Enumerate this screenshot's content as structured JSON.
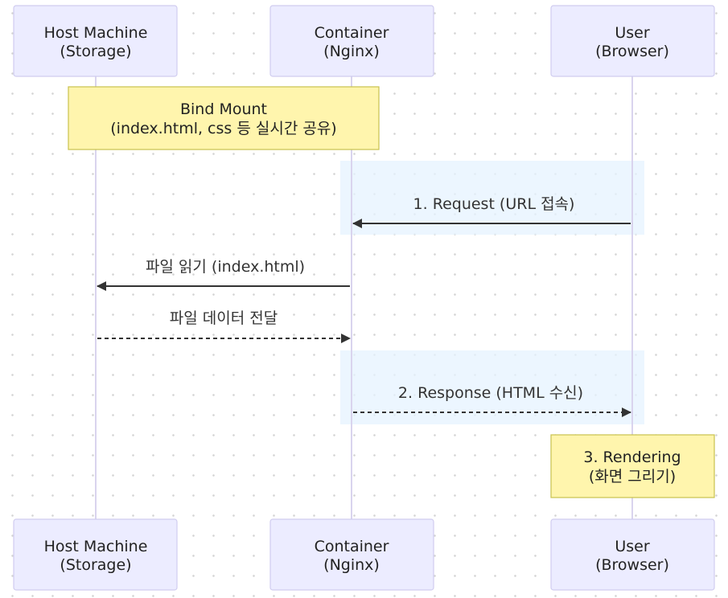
{
  "actors": {
    "host": {
      "line1": "Host Machine",
      "line2": "(Storage)"
    },
    "container": {
      "line1": "Container",
      "line2": "(Nginx)"
    },
    "user": {
      "line1": "User",
      "line2": "(Browser)"
    }
  },
  "notes": {
    "bind_mount": {
      "line1": "Bind Mount",
      "line2": "(index.html, css 등 실시간 공유)"
    },
    "rendering": {
      "line1": "3. Rendering",
      "line2": "(화면 그리기)"
    }
  },
  "messages": {
    "request": "1. Request (URL 접속)",
    "read_file": "파일 읽기 (index.html)",
    "deliver_data": "파일 데이터 전달",
    "response": "2. Response (HTML 수신)"
  },
  "colors": {
    "actor_fill": "#ececff",
    "actor_border": "#d0ccef",
    "note_fill": "#fff5ad",
    "note_border": "#c8c24e",
    "highlight_fill": "#e5f3ff",
    "arrow": "#333333",
    "lifeline": "#d9d4ee"
  }
}
